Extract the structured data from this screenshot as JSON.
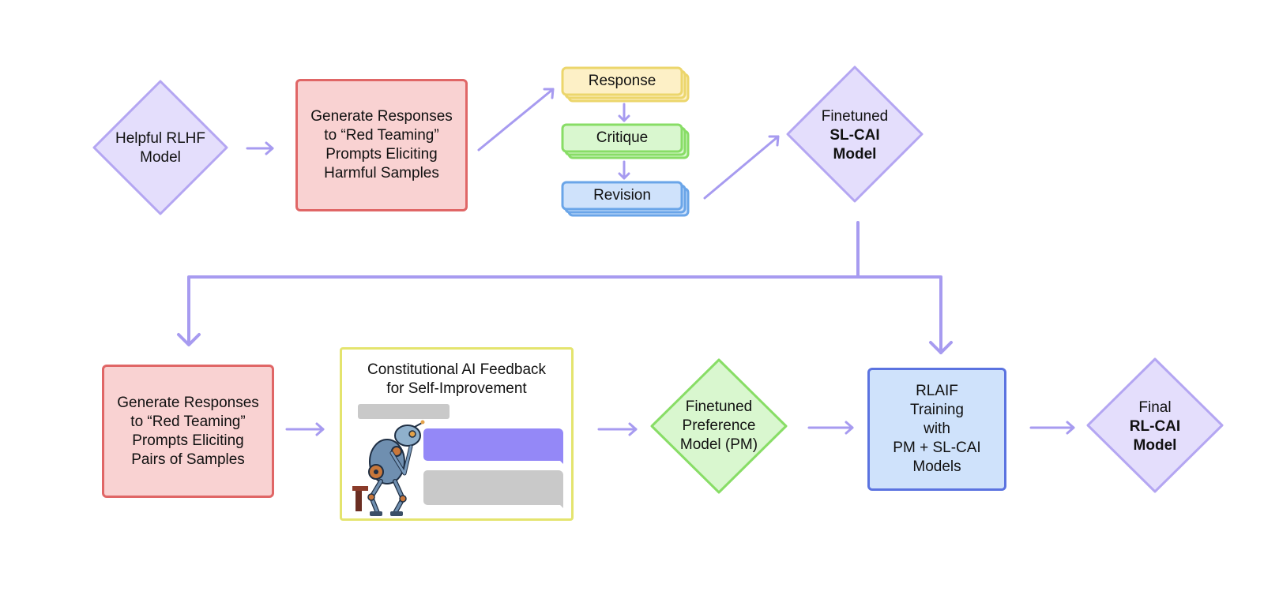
{
  "nodes": {
    "helpful_rlhf": [
      "Helpful RLHF",
      "Model"
    ],
    "generate_harmful": [
      "Generate Responses",
      "to “Red Teaming”",
      "Prompts Eliciting",
      "Harmful Samples"
    ],
    "response": "Response",
    "critique": "Critique",
    "revision": "Revision",
    "sl_cai": {
      "line1": "Finetuned",
      "line2": "SL-CAI",
      "line3": "Model"
    },
    "generate_pairs": [
      "Generate Responses",
      "to “Red Teaming”",
      "Prompts Eliciting",
      "Pairs of Samples"
    ],
    "cai_feedback": {
      "title1": "Constitutional AI Feedback",
      "title2": "for Self-Improvement"
    },
    "preference_model": [
      "Finetuned",
      "Preference",
      "Model (PM)"
    ],
    "rlaif": [
      "RLAIF",
      "Training",
      "with",
      "PM + SL-CAI",
      "Models"
    ],
    "final": {
      "line1": "Final",
      "line2": "RL-CAI",
      "line3": "Model"
    }
  },
  "colors": {
    "arrow": "#a79bf0",
    "diamond_purple_fill": "#e4defc",
    "diamond_purple_stroke": "#b4a6f2",
    "red_fill": "#f9d2d2",
    "red_stroke": "#e06666",
    "yellow_fill": "#fdf0c6",
    "yellow_stroke": "#ecd66c",
    "green_fill": "#d9f7cf",
    "green_stroke": "#88dd66",
    "blue_fill": "#cfe2fb",
    "blue_stroke": "#6aa5e8",
    "rlaif_stroke": "#5b73e0",
    "feedback_yellow": "#e4e46e",
    "chat_purple": "#9488f7",
    "chat_gray": "#c9c9c9"
  },
  "icons": {
    "robot": "thinking-robot-illustration"
  }
}
